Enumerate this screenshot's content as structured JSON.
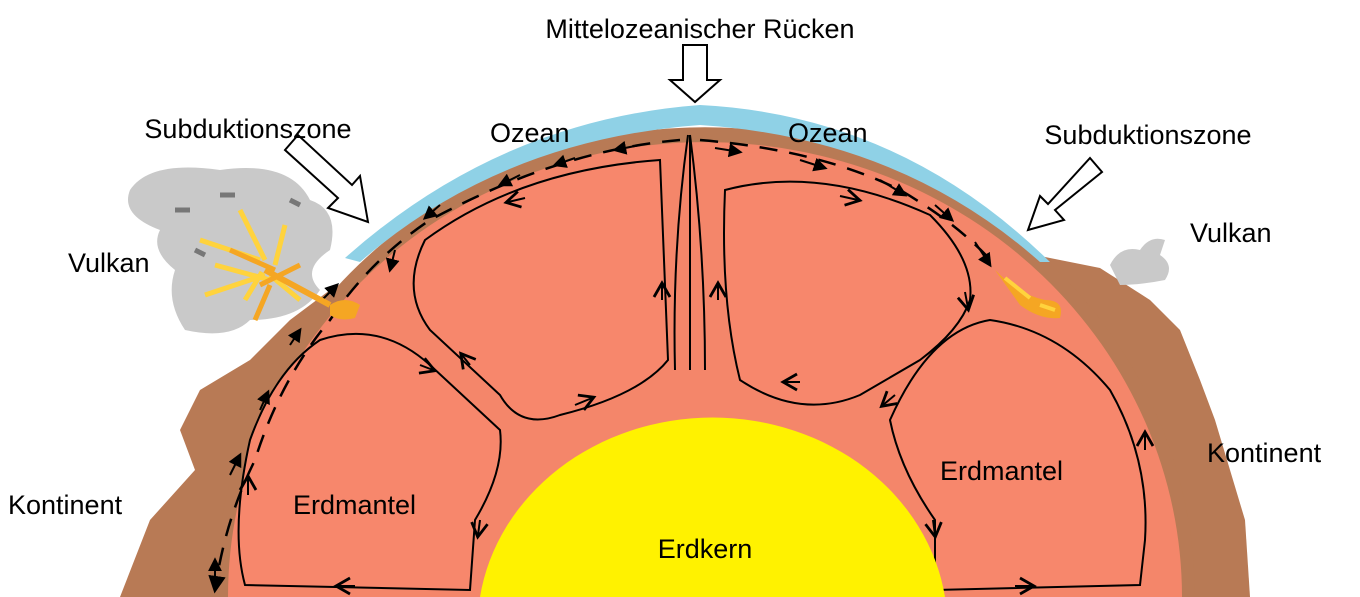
{
  "labels": {
    "ridge": "Mittelozeanischer Rücken",
    "subduction_left": "Subduktionszone",
    "subduction_right": "Subduktionszone",
    "ocean_left": "Ozean",
    "ocean_right": "Ozean",
    "volcano_left": "Vulkan",
    "volcano_right": "Vulkan",
    "continent_left": "Kontinent",
    "continent_right": "Kontinent",
    "mantle_left": "Erdmantel",
    "mantle_right": "Erdmantel",
    "core": "Erdkern"
  },
  "colors": {
    "mantle": "#f4866a",
    "mantle_cell": "#f7876c",
    "crust": "#b87a55",
    "ocean": "#8fd1e6",
    "core": "#fff200",
    "ash": "#c9c9c9",
    "lava": "#f5a623",
    "magma": "#ffd33d"
  }
}
